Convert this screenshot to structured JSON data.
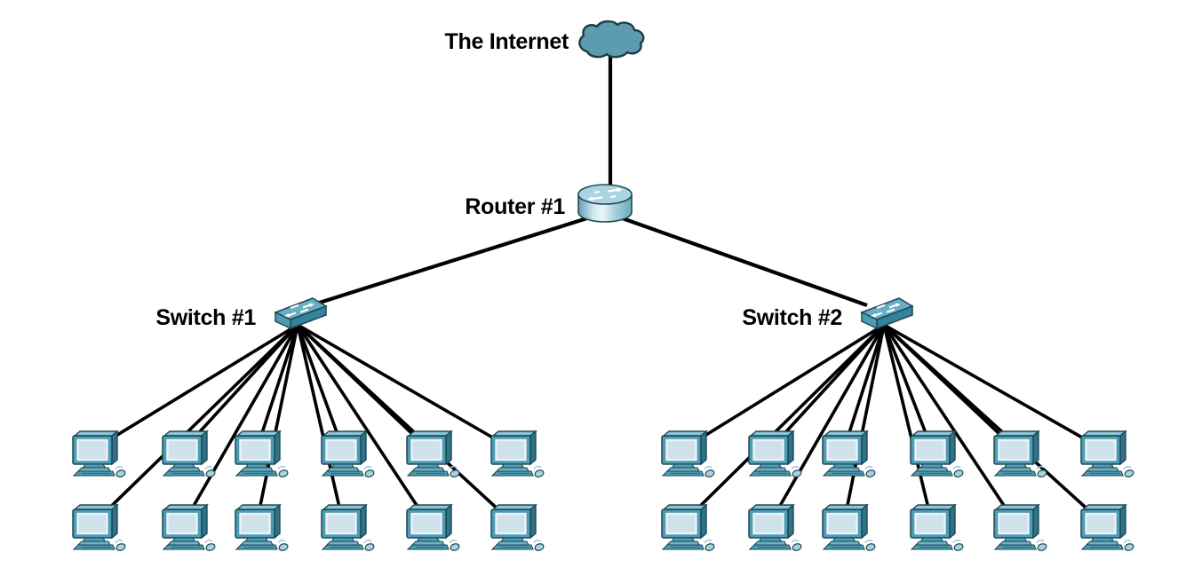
{
  "diagram": {
    "type": "network-topology",
    "nodes": {
      "internet": {
        "label": "The Internet",
        "icon": "cloud-icon"
      },
      "router": {
        "label": "Router #1",
        "icon": "router-icon"
      },
      "switch1": {
        "label": "Switch #1",
        "icon": "switch-icon",
        "pc_count": 12
      },
      "switch2": {
        "label": "Switch #2",
        "icon": "switch-icon",
        "pc_count": 12
      }
    },
    "topology": {
      "links": [
        {
          "from": "The Internet",
          "to": "Router #1"
        },
        {
          "from": "Router #1",
          "to": "Switch #1"
        },
        {
          "from": "Router #1",
          "to": "Switch #2"
        },
        {
          "from": "Switch #1",
          "to": "12 client PCs"
        },
        {
          "from": "Switch #2",
          "to": "12 client PCs"
        }
      ]
    },
    "colors": {
      "background": "#ffffff",
      "cable": "#000000",
      "label_text": "#000000",
      "cloud_fill": "#5d9bb0",
      "device_teal": "#4e9cb4",
      "device_teal_dark": "#2e7389",
      "device_teal_light": "#8ec4d4",
      "screen_fill": "#cfe1ea",
      "outline": "#1e4854"
    }
  }
}
